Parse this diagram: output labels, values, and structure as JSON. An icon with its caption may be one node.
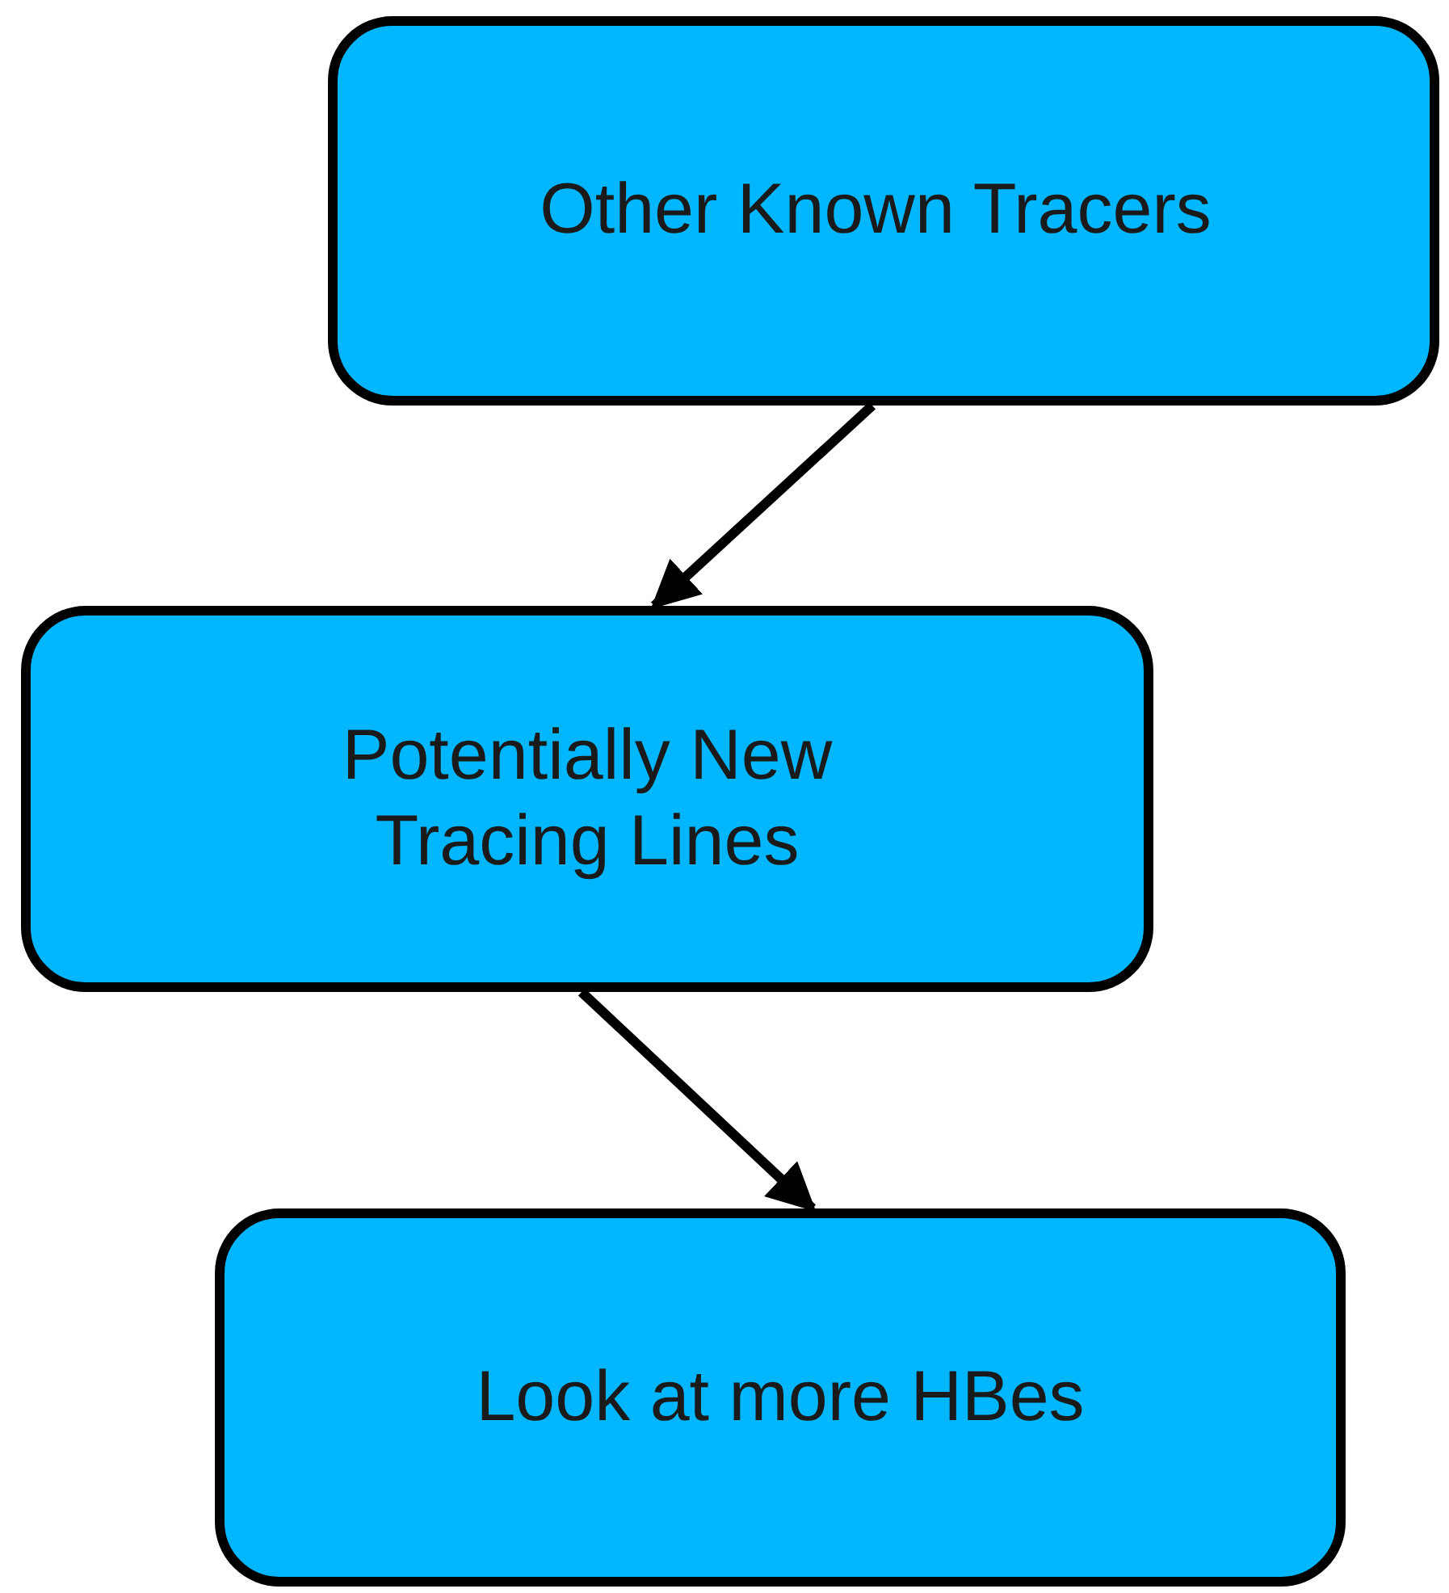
{
  "diagram": {
    "nodes": [
      {
        "text": [
          "Other Known Tracers"
        ]
      },
      {
        "text": [
          "Potentially New Tracing Lines"
        ]
      },
      {
        "text": [
          "Look at more HBes"
        ]
      }
    ],
    "edges": [
      {
        "from": 0,
        "to": 1,
        "arrow": "to"
      },
      {
        "from": 1,
        "to": 2,
        "arrow": "to"
      }
    ]
  }
}
